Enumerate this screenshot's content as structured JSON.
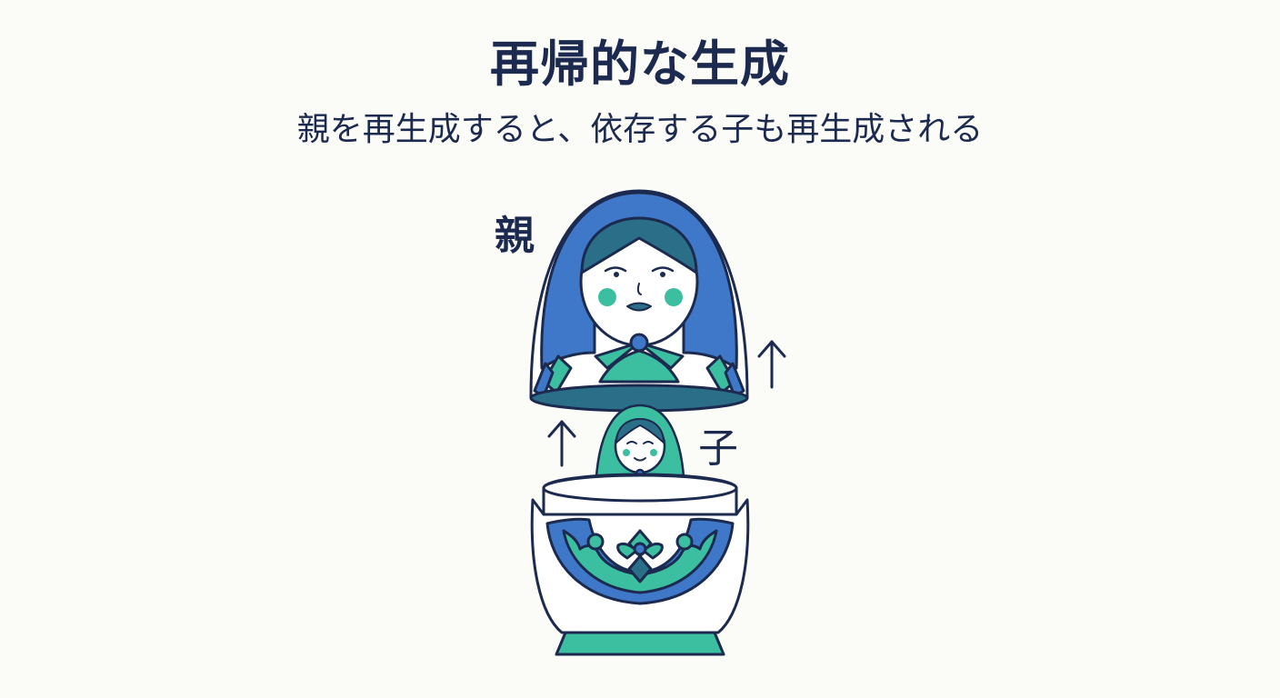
{
  "header": {
    "title": "再帰的な生成",
    "subtitle": "親を再生成すると、依存する子も再生成される"
  },
  "labels": {
    "parent": "親",
    "child": "子"
  },
  "colors": {
    "navy": "#1b2a4e",
    "blue": "#3f78c9",
    "teal": "#3bbfa0",
    "dark_teal": "#2a6e88",
    "background": "#fbfbf8"
  },
  "icons": {
    "parent_doll": "matryoshka-parent-icon",
    "child_doll": "matryoshka-child-icon",
    "arrow": "up-arrow-icon"
  }
}
